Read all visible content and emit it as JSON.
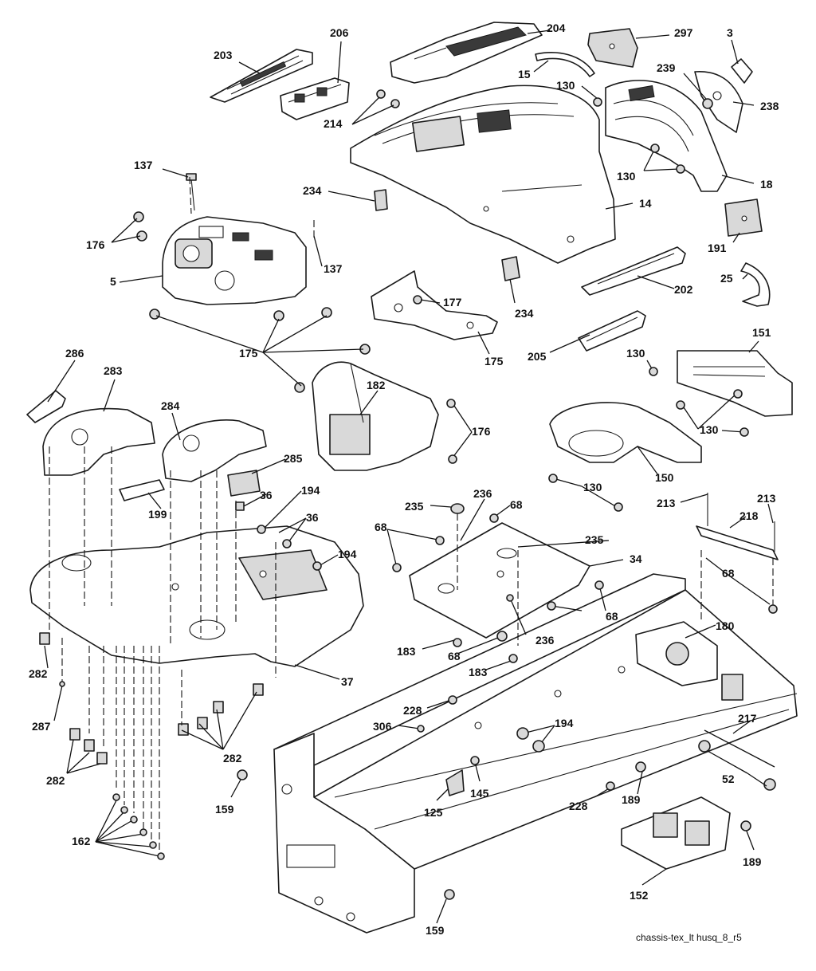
{
  "diagram_id": "chassis-tex_lt husq_8_r5",
  "callouts": [
    "203",
    "206",
    "204",
    "297",
    "3",
    "15",
    "130",
    "239",
    "238",
    "214",
    "130",
    "18",
    "14",
    "234",
    "137",
    "176",
    "5",
    "137",
    "191",
    "202",
    "25",
    "234",
    "177",
    "175",
    "175",
    "205",
    "151",
    "130",
    "130",
    "286",
    "283",
    "182",
    "176",
    "284",
    "285",
    "199",
    "150",
    "130",
    "235",
    "236",
    "68",
    "213",
    "213",
    "36",
    "194",
    "36",
    "218",
    "68",
    "235",
    "34",
    "194",
    "68",
    "68",
    "68",
    "236",
    "183",
    "68",
    "183",
    "180",
    "282",
    "37",
    "287",
    "228",
    "306",
    "194",
    "217",
    "282",
    "282",
    "52",
    "159",
    "125",
    "145",
    "228",
    "189",
    "162",
    "189",
    "152",
    "159"
  ]
}
